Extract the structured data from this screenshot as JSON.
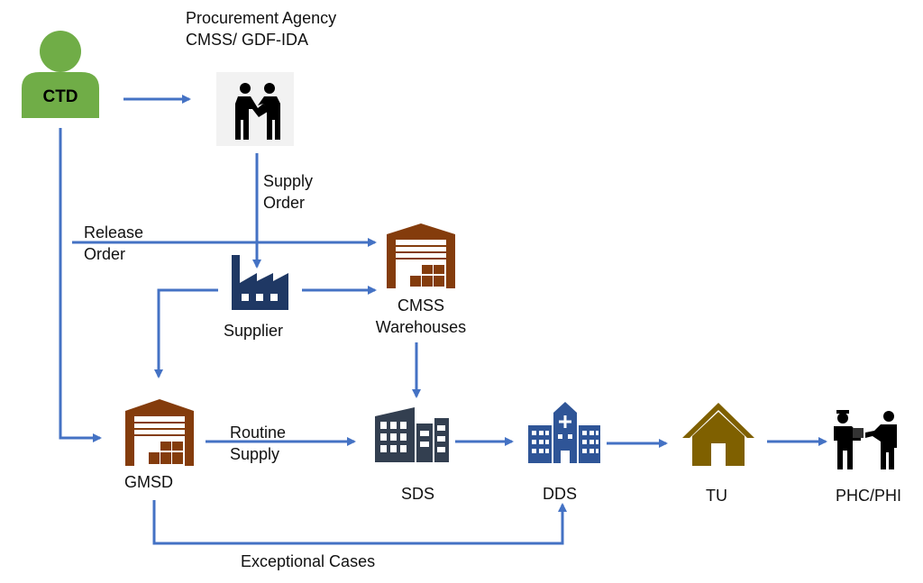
{
  "nodes": {
    "ctd": {
      "label": "CTD"
    },
    "procurement": {
      "line1": "Procurement Agency",
      "line2": "CMSS/ GDF-IDA"
    },
    "supplier": {
      "label": "Supplier"
    },
    "cmss": {
      "line1": "CMSS",
      "line2": "Warehouses"
    },
    "gmsd": {
      "label": "GMSD"
    },
    "sds": {
      "label": "SDS"
    },
    "dds": {
      "label": "DDS"
    },
    "tu": {
      "label": "TU"
    },
    "phc": {
      "label": "PHC/PHI"
    }
  },
  "edges": {
    "supply_order": {
      "line1": "Supply",
      "line2": "Order"
    },
    "release_order": {
      "line1": "Release",
      "line2": "Order"
    },
    "routine_supply": {
      "line1": "Routine",
      "line2": "Supply"
    },
    "exceptional_cases": {
      "label": "Exceptional Cases"
    }
  },
  "colors": {
    "arrow": "#4472C4",
    "ctd_person": "#70AD47",
    "warehouse": "#843C0C",
    "factory": "#1F3864",
    "sds_building": "#333F50",
    "dds_building": "#2F5597",
    "house": "#7F6000",
    "people": "#000000",
    "handshake_bg": "#F2F2F2"
  },
  "icons": {
    "ctd": "person-icon",
    "procurement": "handshake-icon",
    "supplier": "factory-icon",
    "cmss": "warehouse-icon",
    "gmsd": "warehouse-icon",
    "sds": "building-icon",
    "dds": "hospital-icon",
    "tu": "house-icon",
    "phc": "delivery-handover-icon"
  }
}
